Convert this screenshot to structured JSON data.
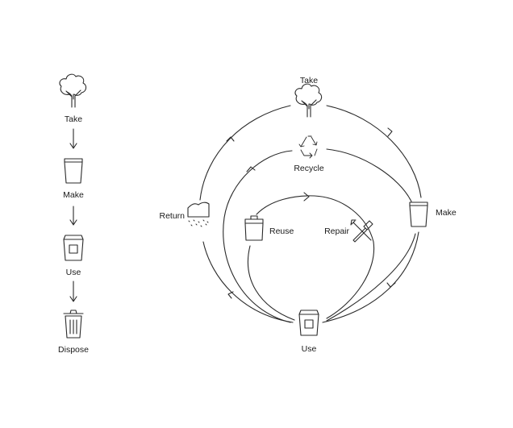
{
  "linear": {
    "steps": [
      {
        "label": "Take",
        "icon": "tree-icon"
      },
      {
        "label": "Make",
        "icon": "cup-icon"
      },
      {
        "label": "Use",
        "icon": "bag-icon"
      },
      {
        "label": "Dispose",
        "icon": "trash-can-icon"
      }
    ]
  },
  "circular": {
    "take": {
      "label": "Take",
      "icon": "tree-icon"
    },
    "recycle": {
      "label": "Recycle",
      "icon": "recycle-icon"
    },
    "make": {
      "label": "Make",
      "icon": "cup-icon"
    },
    "return": {
      "label": "Return",
      "icon": "soil-icon"
    },
    "reuse": {
      "label": "Reuse",
      "icon": "jar-icon"
    },
    "repair": {
      "label": "Repair",
      "icon": "tools-icon"
    },
    "use": {
      "label": "Use",
      "icon": "bag-icon"
    }
  },
  "colors": {
    "stroke": "#2a2a2a",
    "text": "#1a1a1a",
    "background": "#ffffff"
  }
}
